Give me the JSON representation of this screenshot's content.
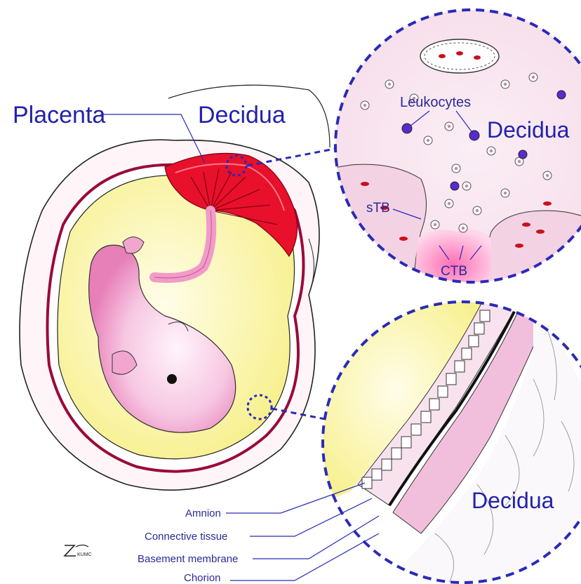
{
  "labels": {
    "placenta": "Placenta",
    "decidua_main": "Decidua",
    "leukocytes": "Leukocytes",
    "decidua_top_inset": "Decidua",
    "stb": "sTB",
    "ctb": "CTB",
    "decidua_bottom_inset": "Decidua",
    "amnion": "Amnion",
    "connective_tissue": "Connective tissue",
    "basement_membrane": "Basement membrane",
    "chorion": "Chorion",
    "logo_text": "KUMC"
  },
  "colors": {
    "label_blue": "#2222aa",
    "dash_blue": "#2a2ab8",
    "placenta_red": "#e8102a",
    "amniotic_yellow": "#fbf6b8",
    "fetus_pink": "#f2a6cf",
    "rbc_red": "#c8101e",
    "leukocyte_purple": "#5a2ad0"
  }
}
